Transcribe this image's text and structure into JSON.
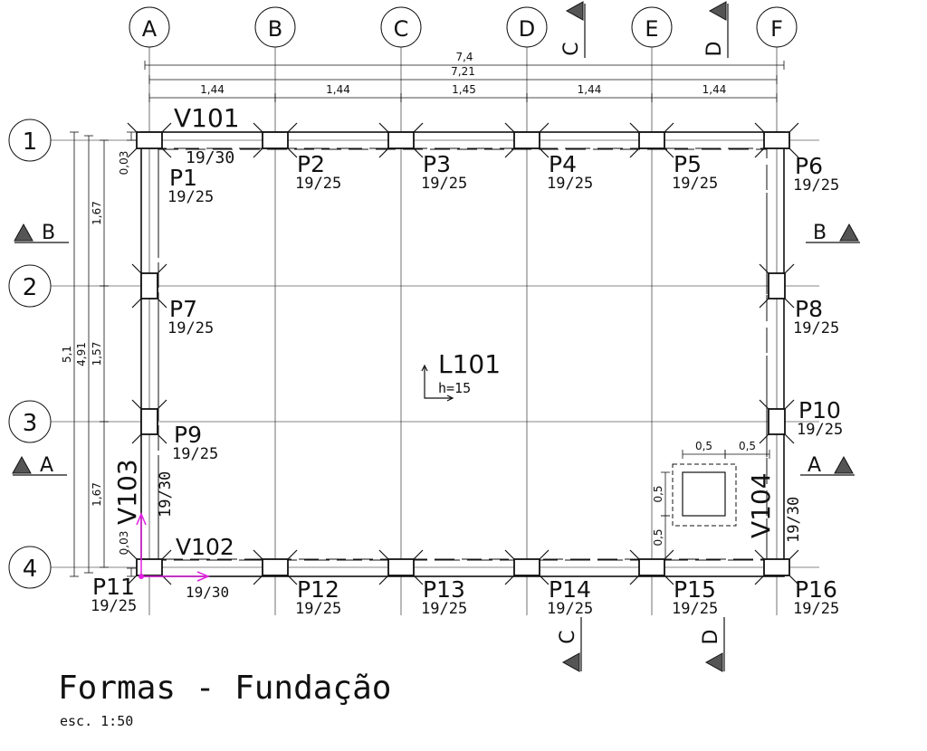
{
  "grid": {
    "columns": [
      "A",
      "B",
      "C",
      "D",
      "E",
      "F"
    ],
    "rows": [
      "1",
      "2",
      "3",
      "4"
    ]
  },
  "dimensions": {
    "top_total_outer": "7,4",
    "top_total_inner": "7,21",
    "top_spans": [
      "1,44",
      "1,44",
      "1,45",
      "1,44",
      "1,44"
    ],
    "left_total_outer": "5,1",
    "left_total_inner": "4,91",
    "left_spans": [
      "1,67",
      "1,57",
      "1,67"
    ],
    "left_offset_top": "0,03",
    "left_offset_bottom": "0,03"
  },
  "pillars": [
    {
      "label": "P1",
      "size": "19/25"
    },
    {
      "label": "P2",
      "size": "19/25"
    },
    {
      "label": "P3",
      "size": "19/25"
    },
    {
      "label": "P4",
      "size": "19/25"
    },
    {
      "label": "P5",
      "size": "19/25"
    },
    {
      "label": "P6",
      "size": "19/25"
    },
    {
      "label": "P7",
      "size": "19/25"
    },
    {
      "label": "P8",
      "size": "19/25"
    },
    {
      "label": "P9",
      "size": "19/25"
    },
    {
      "label": "P10",
      "size": "19/25"
    },
    {
      "label": "P11",
      "size": "19/25"
    },
    {
      "label": "P12",
      "size": "19/25"
    },
    {
      "label": "P13",
      "size": "19/25"
    },
    {
      "label": "P14",
      "size": "19/25"
    },
    {
      "label": "P15",
      "size": "19/25"
    },
    {
      "label": "P16",
      "size": "19/25"
    }
  ],
  "beams": [
    {
      "label": "V101",
      "size": "19/30"
    },
    {
      "label": "V102",
      "size": "19/30"
    },
    {
      "label": "V103",
      "size": "19/30"
    },
    {
      "label": "V104",
      "size": "19/30"
    }
  ],
  "slab": {
    "label": "L101",
    "thickness": "h=15"
  },
  "opening": {
    "dims": [
      "0,5",
      "0,5",
      "0,5",
      "0,5"
    ]
  },
  "sections": {
    "A": "A",
    "B": "B",
    "C": "C",
    "D": "D"
  },
  "title": "Formas - Fundação",
  "scale": "esc. 1:50",
  "colors": {
    "line": "#111111",
    "axis": "#e020e0"
  }
}
